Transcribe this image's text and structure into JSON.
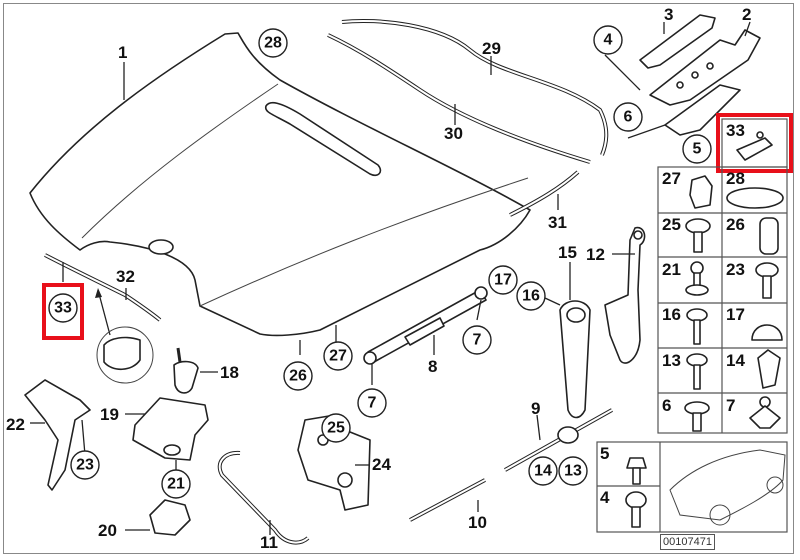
{
  "diagram": {
    "id": "00107471",
    "highlight_color": "#e8101a",
    "callouts_plain": [
      {
        "num": "1"
      },
      {
        "num": "2"
      },
      {
        "num": "3"
      },
      {
        "num": "8"
      },
      {
        "num": "9"
      },
      {
        "num": "10"
      },
      {
        "num": "11"
      },
      {
        "num": "12"
      },
      {
        "num": "15"
      },
      {
        "num": "18"
      },
      {
        "num": "19"
      },
      {
        "num": "20"
      },
      {
        "num": "22"
      },
      {
        "num": "24"
      },
      {
        "num": "29"
      },
      {
        "num": "30"
      },
      {
        "num": "31"
      },
      {
        "num": "32"
      }
    ],
    "callouts_circled": [
      {
        "num": "4"
      },
      {
        "num": "5"
      },
      {
        "num": "6"
      },
      {
        "num": "7"
      },
      {
        "num": "7"
      },
      {
        "num": "7"
      },
      {
        "num": "13"
      },
      {
        "num": "14"
      },
      {
        "num": "16"
      },
      {
        "num": "17"
      },
      {
        "num": "21"
      },
      {
        "num": "23"
      },
      {
        "num": "25"
      },
      {
        "num": "26"
      },
      {
        "num": "27"
      },
      {
        "num": "28"
      },
      {
        "num": "33"
      }
    ],
    "hardware_table": [
      {
        "num": "33"
      },
      {
        "num": "27"
      },
      {
        "num": "28"
      },
      {
        "num": "25"
      },
      {
        "num": "26"
      },
      {
        "num": "21"
      },
      {
        "num": "23"
      },
      {
        "num": "16"
      },
      {
        "num": "17"
      },
      {
        "num": "13"
      },
      {
        "num": "14"
      },
      {
        "num": "6"
      },
      {
        "num": "7"
      },
      {
        "num": "5"
      },
      {
        "num": "4"
      }
    ]
  }
}
